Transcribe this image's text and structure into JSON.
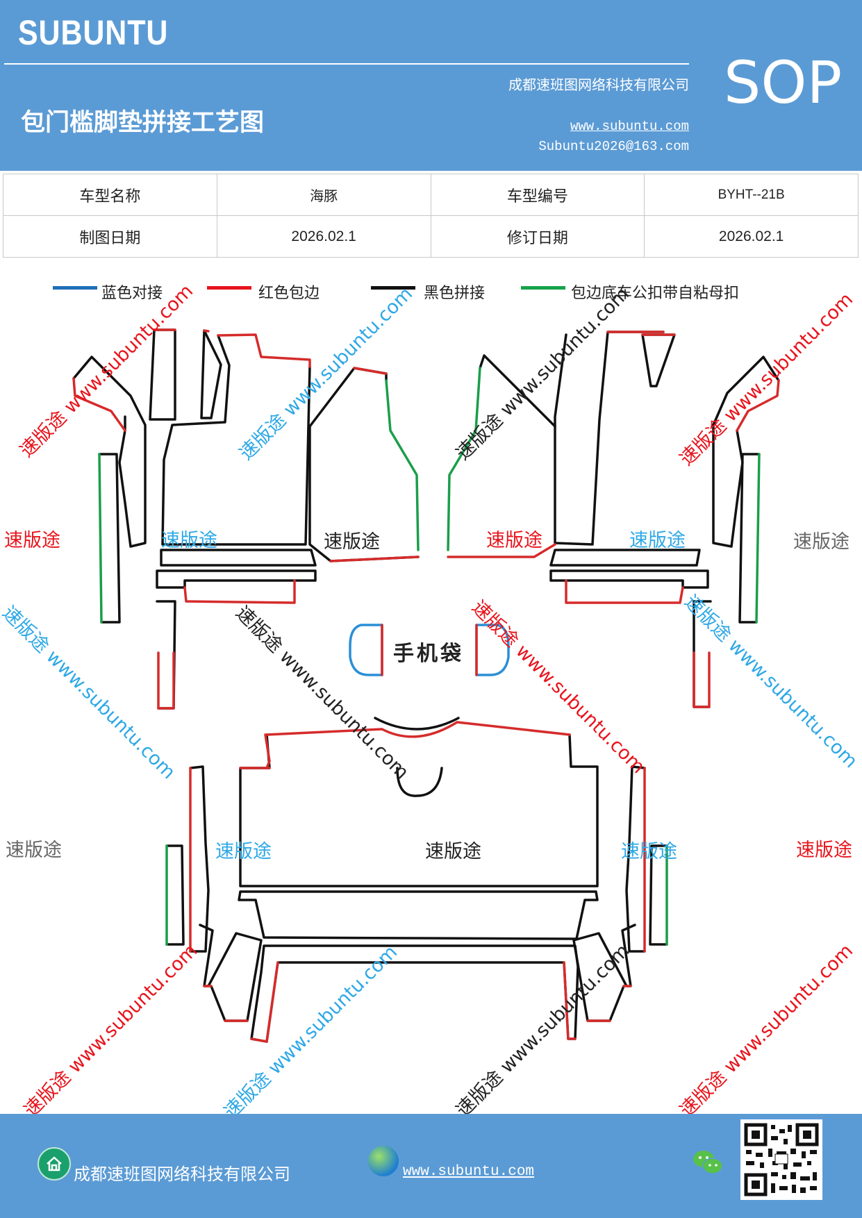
{
  "header": {
    "brand": "SUBUNTU",
    "company": "成都速班图网络科技有限公司",
    "title": "包门槛脚垫拼接工艺图",
    "website": "www.subuntu.com",
    "email": "Subuntu2026@163.com",
    "badge": "SOP"
  },
  "info_table": {
    "model_name_label": "车型名称",
    "model_name": "海豚",
    "model_code_label": "车型编号",
    "model_code": "BYHT--21B",
    "draw_date_label": "制图日期",
    "draw_date": "2026.02.1",
    "revise_date_label": "修订日期",
    "revise_date": "2026.02.1"
  },
  "legend": [
    {
      "label": "蓝色对接",
      "color": "#1f6fb8"
    },
    {
      "label": "红色包边",
      "color": "#e8141c"
    },
    {
      "label": "黑色拼接",
      "color": "#111111"
    },
    {
      "label": "包边底车公扣带自粘母扣",
      "color": "#16a34a"
    }
  ],
  "drawing": {
    "phone_bag_label": "手机袋",
    "part_label": "速版途",
    "watermark_text": "速版途 www.subuntu.com"
  },
  "colors": {
    "header_bg": "#5b9bd5",
    "wm_red": "#e8141c",
    "wm_blue": "#2ea8e6",
    "wm_gray": "#666666",
    "wm_black": "#222222"
  },
  "footer": {
    "company": "成都速班图网络科技有限公司",
    "website": "www.subuntu.com",
    "icons": [
      "home-icon",
      "globe-icon",
      "wechat-icon",
      "qr-code"
    ]
  }
}
